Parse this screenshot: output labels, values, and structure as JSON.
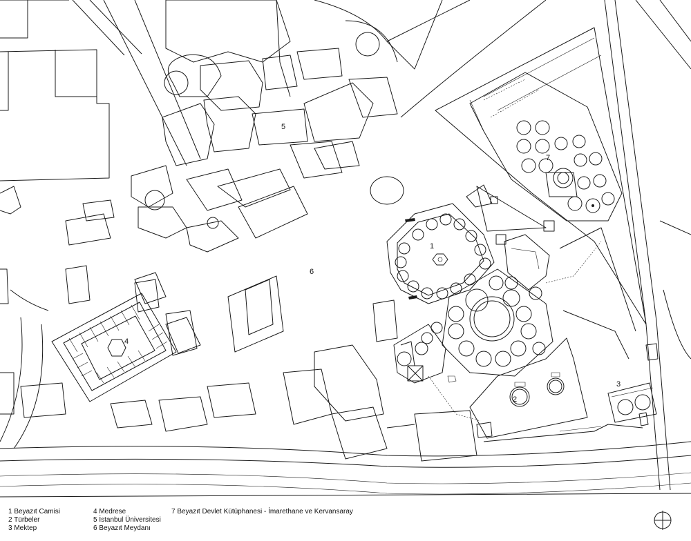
{
  "map_labels": {
    "l1": "1",
    "l2": "2",
    "l3": "3",
    "l4": "4",
    "l5": "5",
    "l6": "6",
    "l7": "7"
  },
  "legend": {
    "col1": [
      "1 Beyazıt Camisi",
      "2 Türbeler",
      "3 Mektep"
    ],
    "col2": [
      "4 Medrese",
      "5 İstanbul Üniversitesi",
      "6 Beyazıt Meydanı"
    ],
    "col3": [
      "7 Beyazıt Devlet Kütüphanesi - İmarethane ve Kervansaray"
    ]
  },
  "icons": {
    "north_arrow": "north-arrow-icon"
  },
  "colors": {
    "line": "#1a1a1a",
    "background": "#ffffff"
  }
}
